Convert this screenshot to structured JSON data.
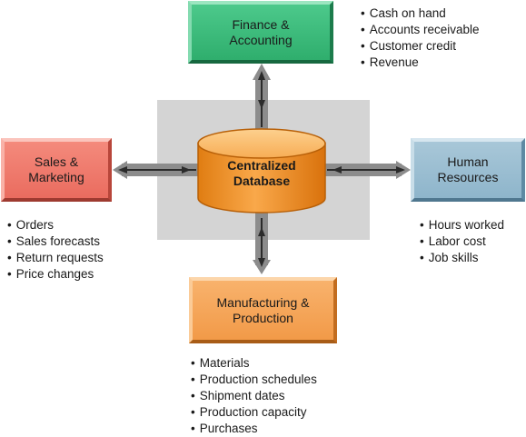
{
  "database": {
    "label": "Centralized\nDatabase"
  },
  "departments": {
    "finance": {
      "label": "Finance &\nAccounting",
      "items": [
        "Cash on hand",
        "Accounts receivable",
        "Customer credit",
        "Revenue"
      ]
    },
    "sales": {
      "label": "Sales &\nMarketing",
      "items": [
        "Orders",
        "Sales forecasts",
        "Return requests",
        "Price changes"
      ]
    },
    "hr": {
      "label": "Human\nResources",
      "items": [
        "Hours worked",
        "Labor cost",
        "Job skills"
      ]
    },
    "manufacturing": {
      "label": "Manufacturing &\nProduction",
      "items": [
        "Materials",
        "Production schedules",
        "Shipment dates",
        "Production capacity",
        "Purchases"
      ]
    }
  },
  "colors": {
    "finance": "#3cbc7c",
    "sales": "#ef7a6d",
    "hr": "#9bbfd2",
    "manufacturing": "#f5a55a",
    "database": "#f59a2c",
    "hub_panel": "#d4d4d4",
    "arrow": "#8c8c8c"
  }
}
